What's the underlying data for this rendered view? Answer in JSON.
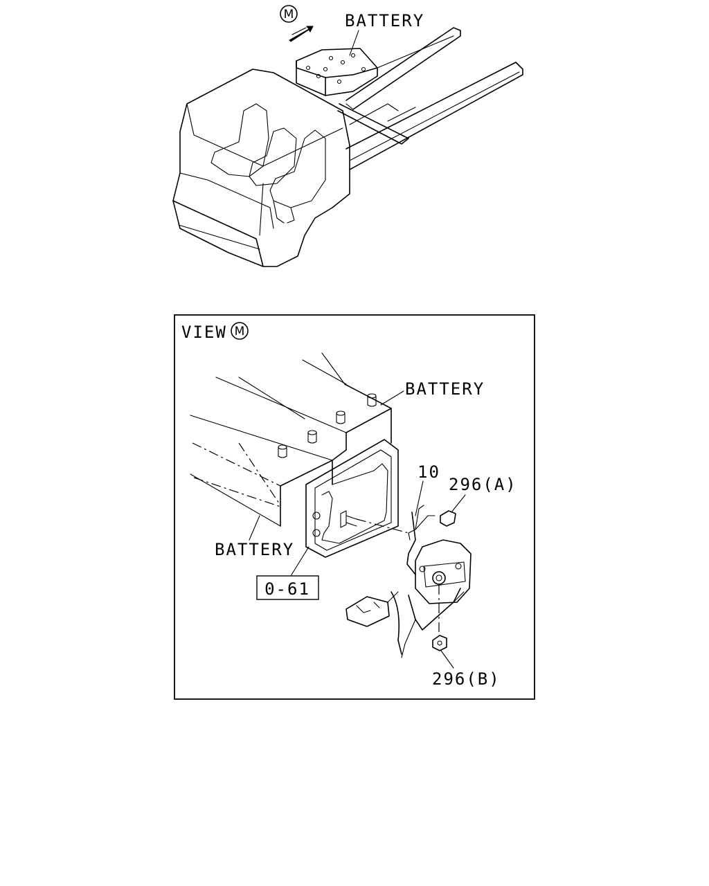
{
  "overview": {
    "view_marker": "M",
    "battery_label": "BATTERY"
  },
  "detail_view": {
    "title_prefix": "VIEW",
    "view_marker": "M",
    "callouts": {
      "battery_top": "BATTERY",
      "battery_bottom": "BATTERY",
      "part_10": "10",
      "part_296a": "296(A)",
      "part_296b": "296(B)",
      "ref_box": "0-61"
    }
  }
}
